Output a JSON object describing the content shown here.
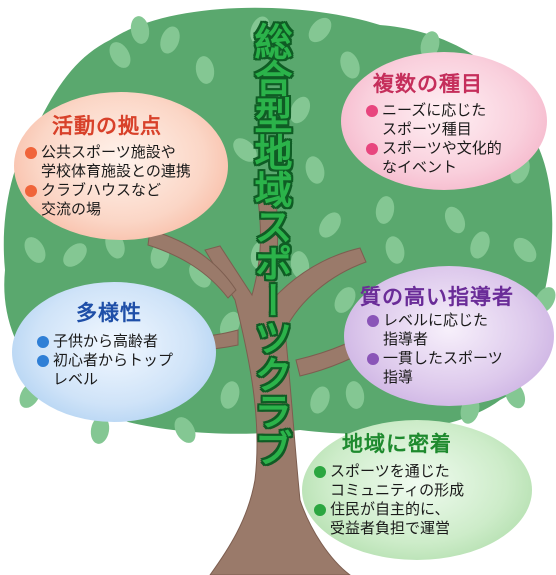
{
  "title": "総合型地域スポーツクラブ",
  "colors": {
    "title_green": "#2bb34a",
    "tree_canopy": "#5aa86e",
    "leaf": "#84c793",
    "trunk": "#9a7a6a"
  },
  "bubbles": [
    {
      "title": "活動の拠点",
      "color": "#d8412a",
      "dot_color": "#f0643a",
      "items": [
        "公共スポーツ施設や\n学校体育施設との連携",
        "クラブハウスなど\n交流の場"
      ]
    },
    {
      "title": "複数の種目",
      "color": "#c52e5b",
      "dot_color": "#e8457e",
      "items": [
        "ニーズに応じた\nスポーツ種目",
        "スポーツや文化的\nなイベント"
      ]
    },
    {
      "title": "多様性",
      "color": "#1f4fa8",
      "dot_color": "#2f7fd6",
      "items": [
        "子供から高齢者",
        "初心者からトップ\nレベル"
      ]
    },
    {
      "title": "質の高い指導者",
      "color": "#6a2c98",
      "dot_color": "#8a55b8",
      "items": [
        "レベルに応じた\n指導者",
        "一貫したスポーツ\n指導"
      ]
    },
    {
      "title": "地域に密着",
      "color": "#1e8a2e",
      "dot_color": "#2ba640",
      "items": [
        "スポーツを通じた\nコミュニティの形成",
        "住民が自主的に、\n受益者負担で運営"
      ]
    }
  ]
}
